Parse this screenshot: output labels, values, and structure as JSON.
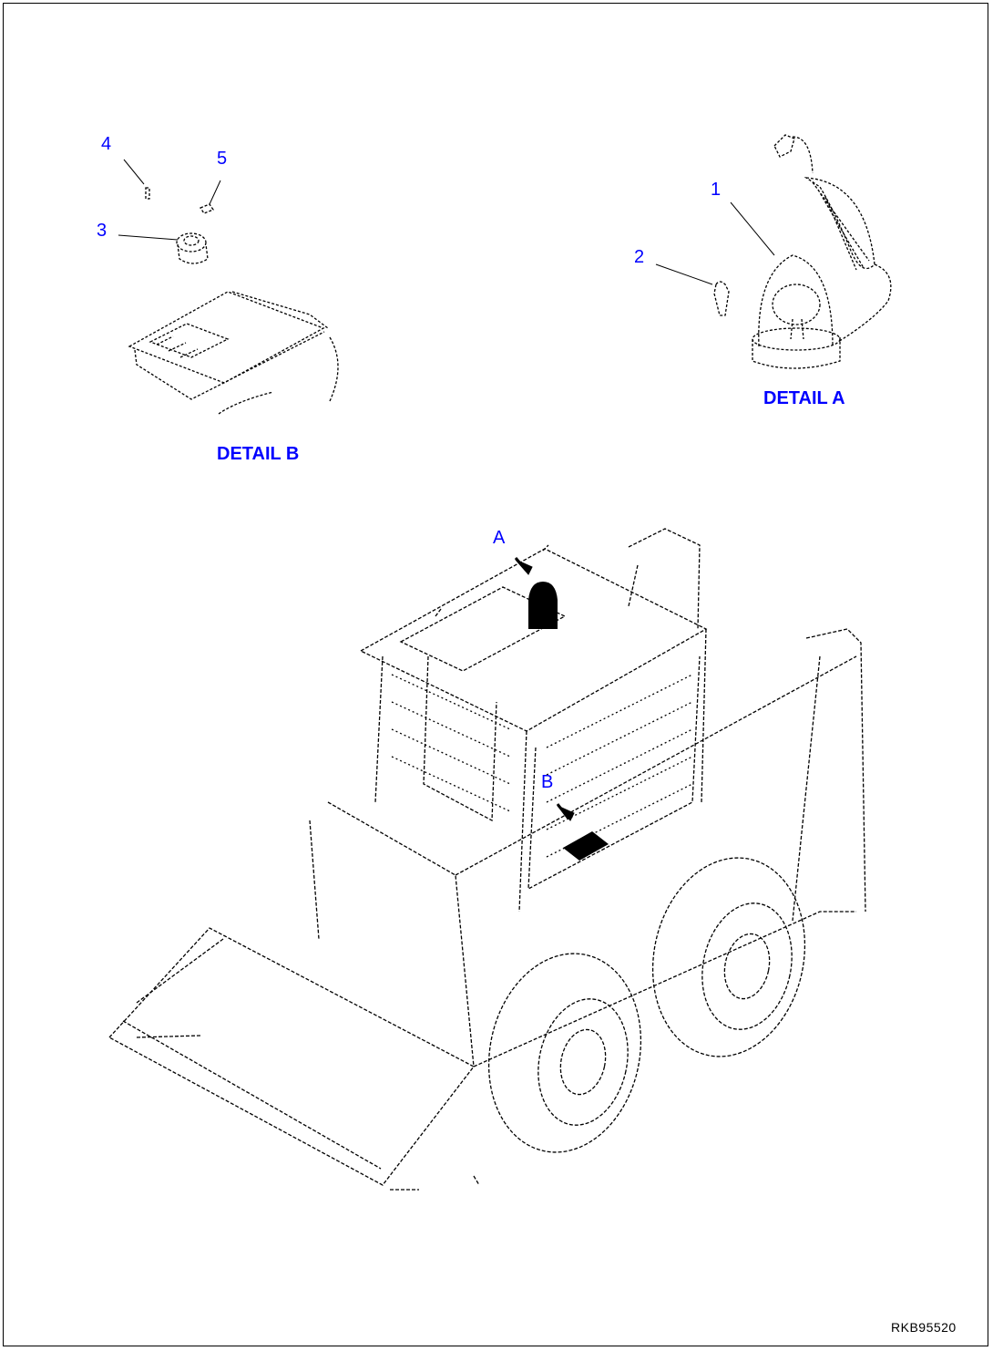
{
  "callouts": {
    "c1": "1",
    "c2": "2",
    "c3": "3",
    "c4": "4",
    "c5": "5"
  },
  "details": {
    "detail_a": "DETAIL A",
    "detail_b": "DETAIL B",
    "marker_a": "A",
    "marker_b": "B"
  },
  "drawing_code": "RKB95520",
  "colors": {
    "label": "#0000ff",
    "line": "#000000",
    "background": "#ffffff"
  }
}
